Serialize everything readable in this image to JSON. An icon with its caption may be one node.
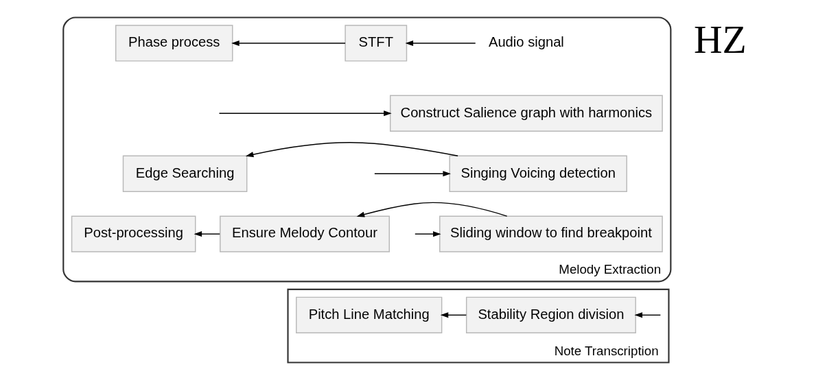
{
  "diagram": {
    "nodes": [
      {
        "text": [
          "Melody Extraction"
        ]
      },
      {
        "text": [
          "Audio signal"
        ],
        "in": 0
      },
      {
        "text": [
          "STFT"
        ],
        "in": 0
      },
      {
        "text": [
          "Phase process"
        ],
        "in": 0
      },
      {
        "text": [
          "Construct Salience graph with harmonics"
        ],
        "in": 0
      },
      {
        "text": [
          "Singing Voicing detection"
        ],
        "in": 0
      },
      {
        "text": [
          "Edge Searching"
        ],
        "in": 0
      },
      {
        "text": [
          "Sliding window to find breakpoint"
        ],
        "in": 0
      },
      {
        "text": [
          "Ensure Melody Contour"
        ],
        "in": 0
      },
      {
        "text": [
          "Post-processing"
        ],
        "in": 0
      },
      {
        "text": [
          "Note Transcription"
        ]
      },
      {
        "text": [
          "Stability Region division"
        ],
        "in": 10
      },
      {
        "text": [
          "Pitch Line Matching"
        ],
        "in": 10
      }
    ],
    "edges": [
      {
        "from": 1,
        "to": 2,
        "arrow": "to"
      },
      {
        "from": 2,
        "to": 3,
        "arrow": "to"
      },
      {
        "from": null,
        "to": 4,
        "arrow": "to"
      },
      {
        "from": null,
        "to": 5,
        "arrow": "to"
      },
      {
        "from": 5,
        "to": 6,
        "arrow": "to"
      },
      {
        "from": null,
        "to": 7,
        "arrow": "to"
      },
      {
        "from": 7,
        "to": 8,
        "arrow": "to"
      },
      {
        "from": 8,
        "to": 9,
        "arrow": "to"
      },
      {
        "from": null,
        "to": 11,
        "arrow": "to"
      },
      {
        "from": 11,
        "to": 12,
        "arrow": "to"
      }
    ],
    "labels": [
      "HZ"
    ]
  }
}
